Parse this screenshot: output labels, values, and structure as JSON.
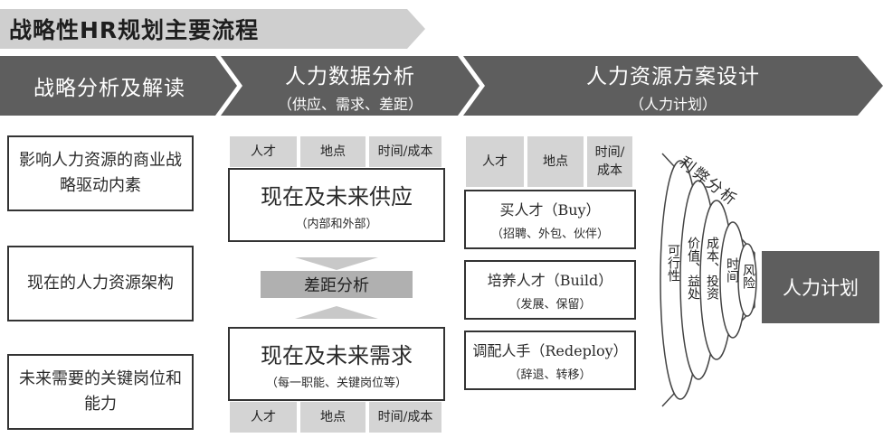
{
  "title": "战略性HR规划主要流程",
  "phases": [
    {
      "label": "战略分析及解读",
      "sub": ""
    },
    {
      "label": "人力数据分析",
      "sub": "（供应、需求、差距）"
    },
    {
      "label": "人力资源方案设计",
      "sub": "（人力计划）"
    }
  ],
  "strategy_inputs": [
    "影响人力资源的商业战略驱动内素",
    "现在的人力资源架构",
    "未来需要的关键岗位和能力"
  ],
  "data_analysis": {
    "top_headers": [
      "人才",
      "地点",
      "时间/成本"
    ],
    "supply": {
      "title": "现在及未来供应",
      "sub": "（内部和外部）"
    },
    "gap": "差距分析",
    "demand": {
      "title": "现在及未来需求",
      "sub": "（每一职能、关键岗位等）"
    },
    "bottom_headers": [
      "人才",
      "地点",
      "时间/成本"
    ]
  },
  "solution_design": {
    "headers": [
      "人才",
      "地点",
      "时间/\n成本"
    ],
    "options": [
      {
        "title": "买人才（Buy）",
        "sub": "（招聘、外包、伙伴）"
      },
      {
        "title": "培养人才（Build）",
        "sub": "（发展、保留）"
      },
      {
        "title": "调配人手（Redeploy）",
        "sub": "（辞退、转移）"
      }
    ]
  },
  "funnel": {
    "label": "利弊分析",
    "layers": [
      "可行性",
      "价值、益处",
      "成本、投资",
      "时间",
      "风险"
    ]
  },
  "output": "人力计划",
  "colors": {
    "dark": "#5e5e5e",
    "light": "#d4d4d4",
    "banner": "#cfcfcf",
    "gap": "#b0b0b0"
  }
}
